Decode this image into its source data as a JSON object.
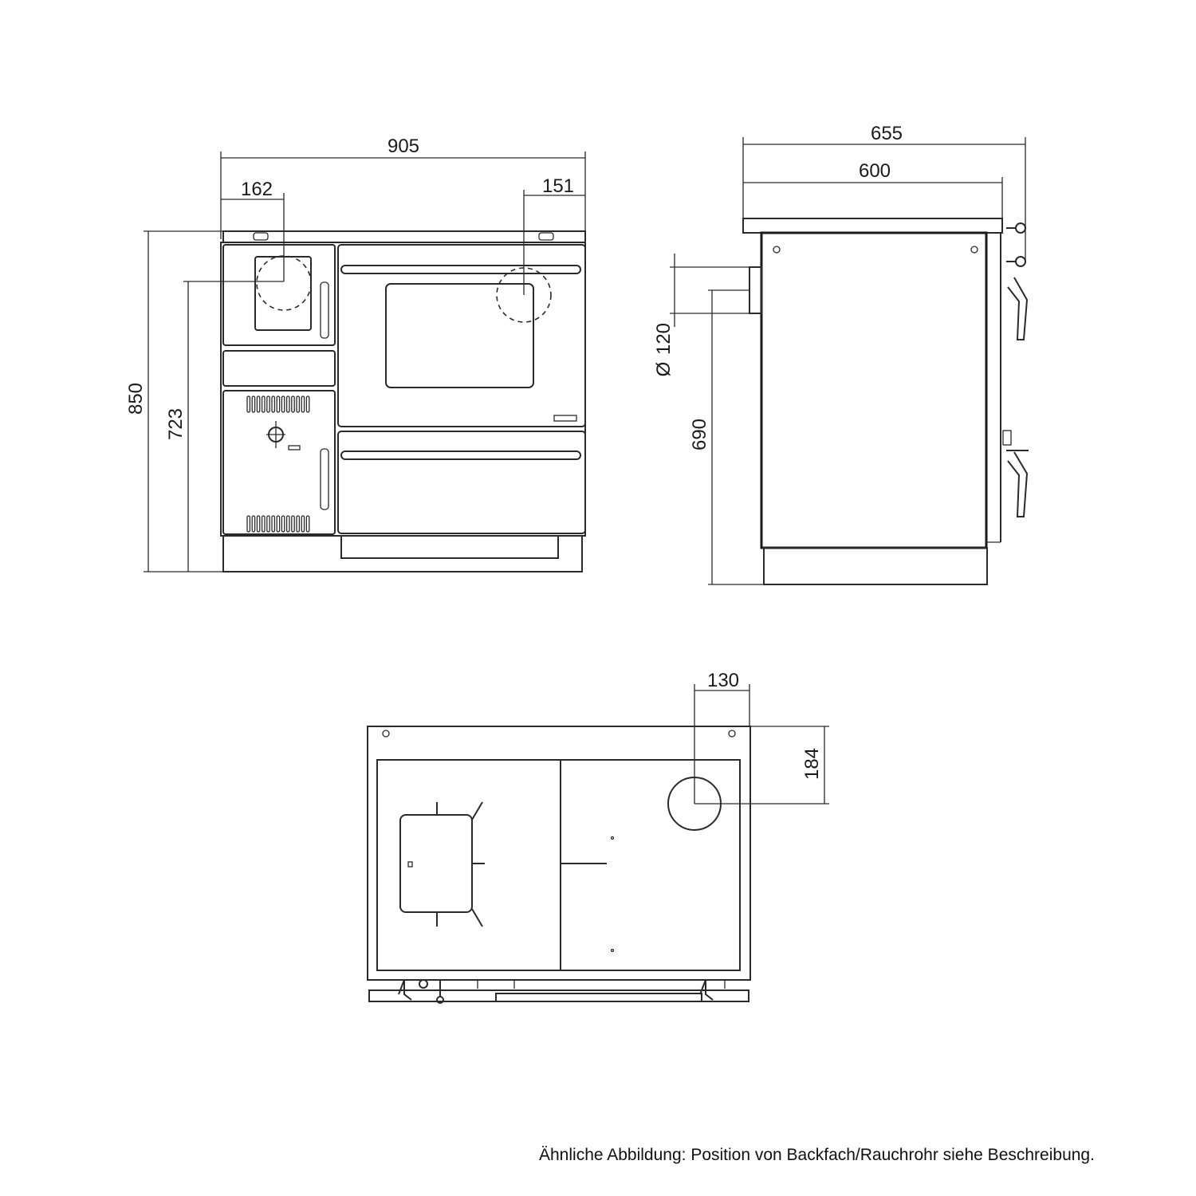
{
  "dimensions": {
    "front_width": "905",
    "front_left_offset": "162",
    "front_right_offset": "151",
    "front_height": "850",
    "front_flue_height": "723",
    "side_depth_total": "655",
    "side_depth_body": "600",
    "flue_diameter": "120",
    "flue_diameter_symbol": "Ø",
    "side_flue_height": "690",
    "top_flue_offset_x": "130",
    "top_flue_offset_y": "184"
  },
  "caption": "Ähnliche Abbildung: Position von Backfach/Rauchrohr siehe Beschreibung.",
  "colors": {
    "line": "#2a2a2a",
    "background": "#ffffff"
  }
}
